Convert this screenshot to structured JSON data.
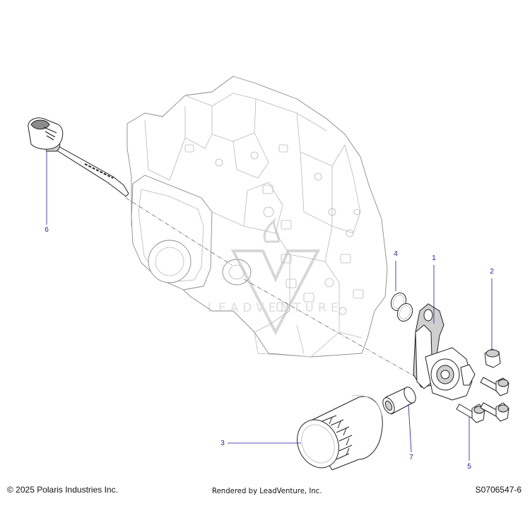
{
  "watermark": "LEADVENTURE",
  "callouts": [
    {
      "id": "1",
      "label": "1"
    },
    {
      "id": "2",
      "label": "2"
    },
    {
      "id": "3",
      "label": "3"
    },
    {
      "id": "4",
      "label": "4"
    },
    {
      "id": "5",
      "label": "5"
    },
    {
      "id": "6",
      "label": "6"
    },
    {
      "id": "7",
      "label": "7"
    }
  ],
  "footer": {
    "copyright": "© 2025 Polaris Industries Inc.",
    "rendered_by": "Rendered by LeadVenture, Inc.",
    "diagram_id": "S0706547-6"
  }
}
